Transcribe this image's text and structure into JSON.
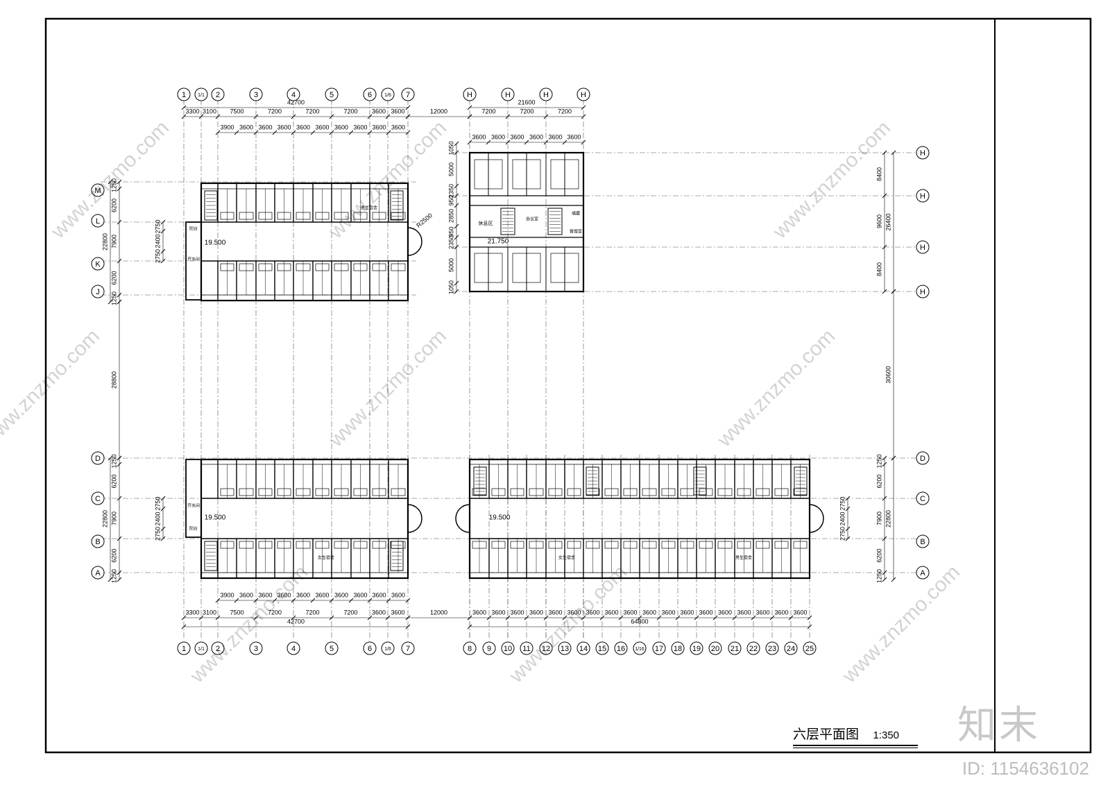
{
  "drawing": {
    "title": "六层平面图",
    "scale": "1:350",
    "watermark_logo": "知末",
    "watermark_id": "ID: 1154636102",
    "watermark_url": "www.znzmo.com"
  },
  "axes": {
    "top_left_cols": [
      "1",
      "1/1",
      "2",
      "3",
      "4",
      "5",
      "6",
      "1/6",
      "7"
    ],
    "top_right_cols": [
      "H",
      "H",
      "H",
      "H"
    ],
    "bottom_left_cols": [
      "1",
      "1/1",
      "2",
      "3",
      "4",
      "5",
      "6",
      "1/6",
      "7"
    ],
    "bottom_right_cols": [
      "8",
      "9",
      "10",
      "11",
      "12",
      "13",
      "14",
      "15",
      "16",
      "1/16",
      "17",
      "18",
      "19",
      "20",
      "21",
      "22",
      "23",
      "24",
      "25"
    ],
    "left_rows_top": [
      "M",
      "L",
      "K",
      "J"
    ],
    "left_rows_bottom": [
      "D",
      "C",
      "B",
      "A"
    ],
    "right_rows_top": [
      "H",
      "H",
      "H",
      "H"
    ],
    "right_rows_bottom": [
      "D",
      "C",
      "B",
      "A"
    ]
  },
  "dimensions": {
    "top_total": "42700",
    "top_right_total": "21600",
    "top_row1": [
      "3300",
      "3100",
      "7500",
      "7200",
      "7200",
      "7200",
      "3600",
      "3600"
    ],
    "gap": "12000",
    "top_right_row1": [
      "7200",
      "7200",
      "7200"
    ],
    "top_row2": [
      "3900",
      "3600",
      "3600",
      "3600",
      "3600",
      "3600",
      "3600",
      "3600",
      "3600",
      "3600"
    ],
    "top_right_row2": [
      "3600",
      "3600",
      "3600",
      "3600",
      "3600",
      "3600"
    ],
    "bottom_left_row2": [
      "3900",
      "3600",
      "3600",
      "3600",
      "3600",
      "3600",
      "3600",
      "3600",
      "3600",
      "3600"
    ],
    "bottom_left_row1": [
      "3300",
      "3100",
      "7500",
      "7200",
      "7200",
      "7200",
      "3600",
      "3600"
    ],
    "bottom_left_total": "42700",
    "bottom_right_row1": [
      "3600",
      "3600",
      "3600",
      "3600",
      "3600",
      "3600",
      "3600",
      "3600",
      "3600",
      "3600",
      "3600",
      "3600",
      "3600",
      "3600",
      "3600",
      "3600",
      "3600",
      "3600"
    ],
    "bottom_right_total": "64800",
    "left_vertical_top": [
      "1250",
      "6200",
      "7900",
      "6200",
      "1250"
    ],
    "left_vertical_top_total": "22800",
    "left_inner_top": [
      "2750",
      "2400",
      "2750"
    ],
    "left_gap": "28800",
    "left_vertical_bottom": [
      "1250",
      "6200",
      "7900",
      "6200",
      "1250"
    ],
    "left_vertical_bottom_total": "22800",
    "left_inner_bottom": [
      "2750",
      "2400",
      "2750"
    ],
    "middle_vertical": [
      "1050",
      "5000",
      "2350",
      "950",
      "2850",
      "950",
      "2350",
      "5000",
      "1050"
    ],
    "right_vertical_top": [
      "8400",
      "9600",
      "8400"
    ],
    "right_vertical_top_total": "26400",
    "right_gap": "30600",
    "right_vertical_bottom": [
      "1250",
      "6200",
      "7900",
      "6200",
      "1250"
    ],
    "right_vertical_bottom_total": "22800",
    "right_inner_bottom": [
      "2750",
      "2400",
      "2750"
    ],
    "radius": "R2500"
  },
  "elevations": {
    "left_top": "19.500",
    "middle": "21.750",
    "left_bottom": "19.500",
    "right_bottom": "19.500"
  },
  "room_labels": {
    "stair_a": "阳台",
    "stair_b": "开水间",
    "dorm_male": "男生宿舍",
    "dorm_female": "女生宿舍",
    "rest": "休息区",
    "meeting": "会议室",
    "storage": "储藏",
    "manage": "管理室"
  },
  "colors": {
    "line": "#000000",
    "watermark": "#c8c8c8"
  }
}
